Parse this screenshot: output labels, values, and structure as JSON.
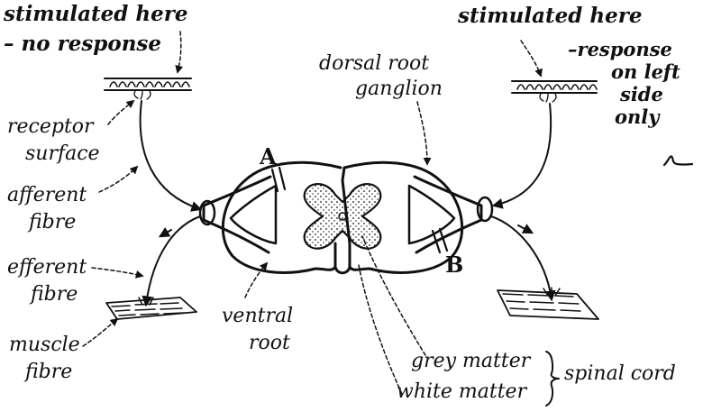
{
  "labels": {
    "stim_left_1": "stimulated here",
    "stim_left_2": "– no response",
    "stim_right_1": "stimulated here",
    "stim_right_2": "–response",
    "stim_right_3": "on left",
    "stim_right_4": "side",
    "stim_right_5": "only",
    "drg_1": "dorsal root",
    "drg_2": "ganglion",
    "receptor_1": "receptor",
    "receptor_2": "surface",
    "afferent_1": "afferent",
    "afferent_2": "fibre",
    "efferent_1": "efferent",
    "efferent_2": "fibre",
    "muscle_1": "muscle",
    "muscle_2": "fibre",
    "ventral_1": "ventral",
    "ventral_2": "root",
    "grey": "grey matter",
    "white": "white matter",
    "cord": "spinal cord",
    "cut_a": "A",
    "cut_b": "B"
  },
  "colors": {
    "ink": "#111111",
    "paper": "#ffffff"
  }
}
